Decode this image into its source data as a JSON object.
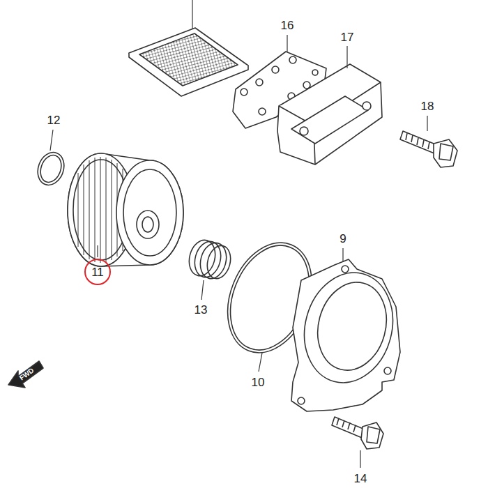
{
  "diagram": {
    "nodes": [
      {
        "text": [
          "11"
        ]
      }
    ],
    "labels": [
      "16",
      "17",
      "12",
      "18",
      "9",
      "13",
      "10",
      "FWD",
      "14"
    ]
  }
}
